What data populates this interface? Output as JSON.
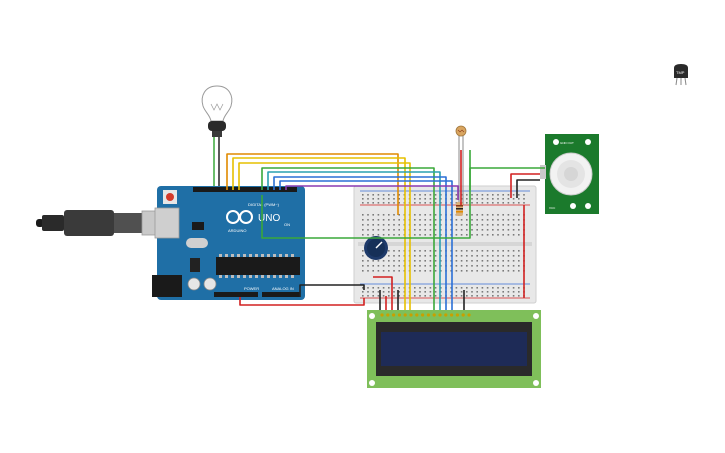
{
  "arduino": {
    "brand": "ARDUINO",
    "model": "UNO",
    "digital_header": "DIGITAL (PWM~)",
    "power_header": "POWER",
    "analog_header": "ANALOG IN",
    "on_led": "ON"
  },
  "temp_sensor": {
    "label": "TMP"
  },
  "pir_sensor": {
    "top_label": "GND OUT",
    "bottom_label": "VCC"
  },
  "colors": {
    "arduino_blue": "#1f6fa6",
    "breadboard": "#e8e8e8",
    "lcd_pcb": "#7fbf5a",
    "lcd_screen": "#1e2b57",
    "pir_pcb": "#1b7a2c",
    "wire_orange": "#e08a00",
    "wire_yellow": "#e6c000",
    "wire_green": "#3aa83a",
    "wire_blue": "#2a6fd6",
    "wire_teal": "#2aa0b0",
    "wire_red": "#d22020",
    "wire_black": "#222222",
    "wire_purple": "#8a3ab0"
  }
}
